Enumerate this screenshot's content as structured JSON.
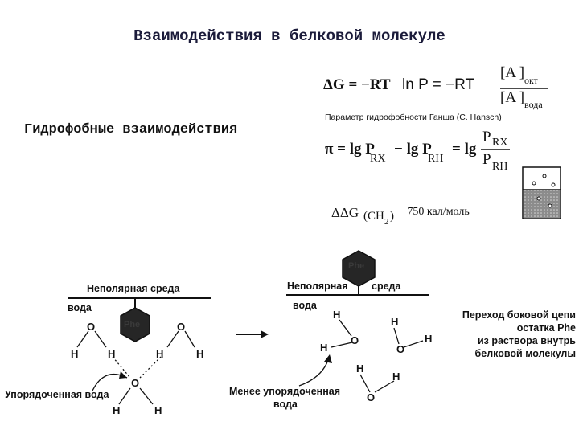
{
  "title": "Взаимодействия в белковой молекуле",
  "subtitle": "Гидрофобные взаимодействия",
  "formulas": {
    "dg_lhs": "ΔG = −RT",
    "dg_mid": "ln P = −RT",
    "dg_ln": "ln",
    "dg_num": "[A ]",
    "dg_num_sub": "окт",
    "dg_den": "[A ]",
    "dg_den_sub": "вода",
    "hansch_caption": "Параметр гидрофобности Ганша (C. Hansch)",
    "pi_lhs": "π = lg P",
    "pi_sub1": "RX",
    "pi_mid": "− lg P",
    "pi_sub2": "RH",
    "pi_eq": "= lg",
    "pi_num": "P",
    "pi_num_sub": "RX",
    "pi_den": "P",
    "pi_den_sub": "RH",
    "ddg_lhs": "ΔΔG",
    "ddg_group": "(CH",
    "ddg_group_sub": "2",
    "ddg_group_close": ")",
    "ddg_value": "− 750  кал/моль"
  },
  "left_scene": {
    "nonpolar_label": "Неполярная среда",
    "water_label": "вода",
    "residue_label": "Phe",
    "ordered_water_label": "Упорядоченная вода",
    "atoms": {
      "o": "O",
      "h": "H"
    }
  },
  "right_scene": {
    "residue_label": "Phe",
    "nonpolar_label": "Неполярная",
    "env_label": "среда",
    "water_label": "вода",
    "less_ordered_line1": "Менее упорядоченная",
    "less_ordered_line2": "вода",
    "caption_lines": [
      "Переход боковой цепи",
      "остатка Phe",
      "из раствора внутрь",
      "белковой молекулы"
    ]
  }
}
